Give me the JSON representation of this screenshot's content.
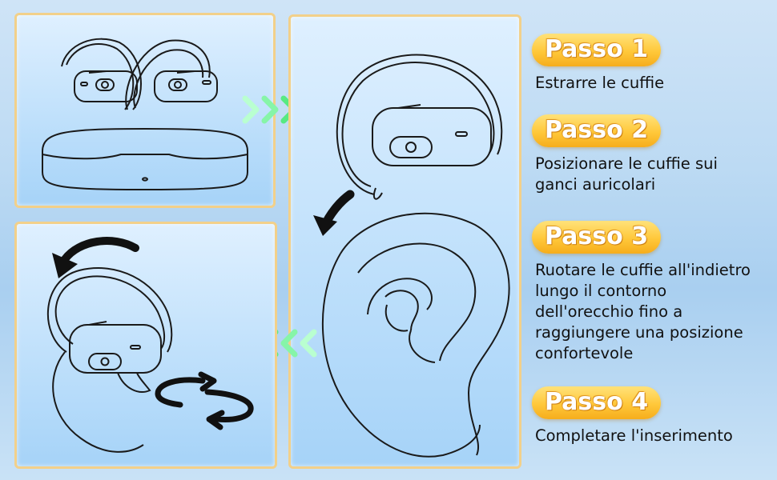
{
  "steps": [
    {
      "title": "Passo 1",
      "desc": "Estrarre le cuffie"
    },
    {
      "title": "Passo 2",
      "desc": "Posizionare le cuffie sui\nganci auricolari"
    },
    {
      "title": "Passo 3",
      "desc": "Ruotare le cuffie all'indietro\nlungo il contorno\ndell'orecchio fino a\nraggiungere una posizione\nconfortevole"
    },
    {
      "title": "Passo 4",
      "desc": "Completare l'inserimento"
    }
  ],
  "colors": {
    "pill": "#ffc83a",
    "chevron_green": "#3fe36a",
    "panel_border": "#f2d08a",
    "line": "#1a1a1a"
  },
  "icons": [
    "power-icon",
    "arrow-icon",
    "chevron-right-icon",
    "chevron-left-icon",
    "rotate-icon"
  ]
}
